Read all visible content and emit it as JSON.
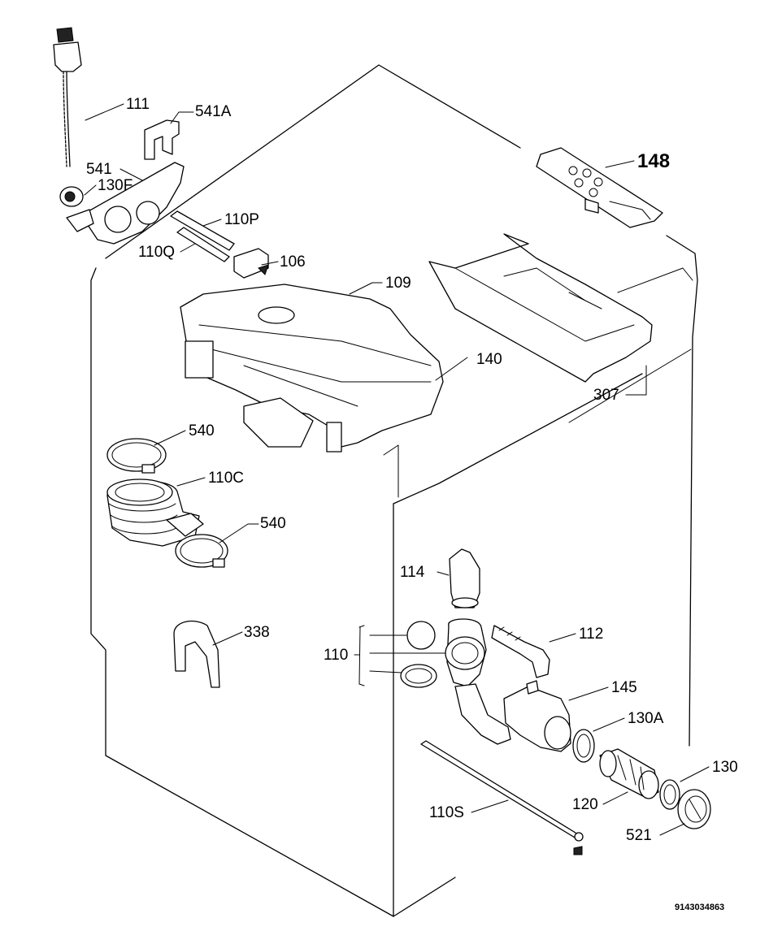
{
  "labels": {
    "l111": "111",
    "l541a": "541A",
    "l541": "541",
    "l130f": "130F",
    "l110p": "110P",
    "l110q": "110Q",
    "l106": "106",
    "l109": "109",
    "l148": "148",
    "l140": "140",
    "l307": "307",
    "l540a": "540",
    "l110c": "110C",
    "l540b": "540",
    "l114": "114",
    "l112": "112",
    "l110": "110",
    "l338": "338",
    "l145": "145",
    "l130a": "130A",
    "l130": "130",
    "l120": "120",
    "l110s": "110S",
    "l521": "521"
  },
  "drawing_code": "9143034863"
}
